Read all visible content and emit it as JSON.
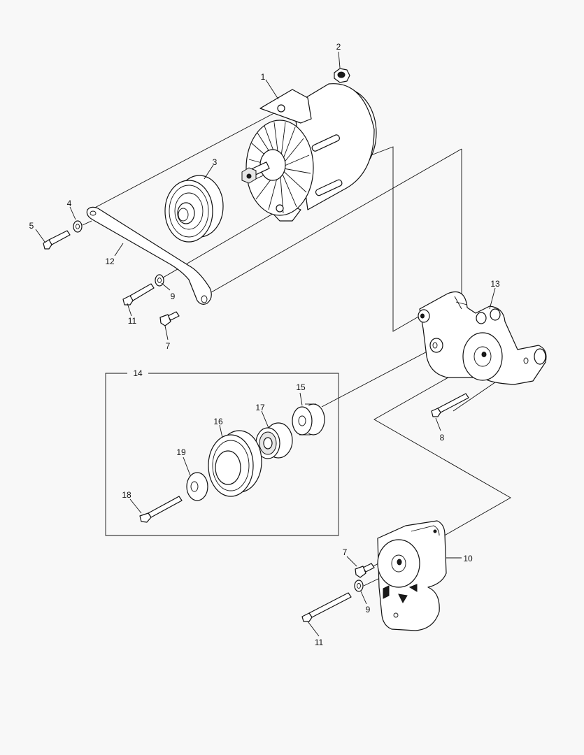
{
  "diagram": {
    "callouts": [
      {
        "id": "callout-1",
        "text": "1"
      },
      {
        "id": "callout-2",
        "text": "2"
      },
      {
        "id": "callout-3",
        "text": "3"
      },
      {
        "id": "callout-4",
        "text": "4"
      },
      {
        "id": "callout-5",
        "text": "5"
      },
      {
        "id": "callout-12",
        "text": "12"
      },
      {
        "id": "callout-9a",
        "text": "9"
      },
      {
        "id": "callout-11a",
        "text": "11"
      },
      {
        "id": "callout-7a",
        "text": "7"
      },
      {
        "id": "callout-13",
        "text": "13"
      },
      {
        "id": "callout-8",
        "text": "8"
      },
      {
        "id": "callout-14",
        "text": "14"
      },
      {
        "id": "callout-15",
        "text": "15"
      },
      {
        "id": "callout-17",
        "text": "17"
      },
      {
        "id": "callout-16",
        "text": "16"
      },
      {
        "id": "callout-19",
        "text": "19"
      },
      {
        "id": "callout-18",
        "text": "18"
      },
      {
        "id": "callout-7b",
        "text": "7"
      },
      {
        "id": "callout-10",
        "text": "10"
      },
      {
        "id": "callout-9b",
        "text": "9"
      },
      {
        "id": "callout-11b",
        "text": "11"
      }
    ]
  }
}
